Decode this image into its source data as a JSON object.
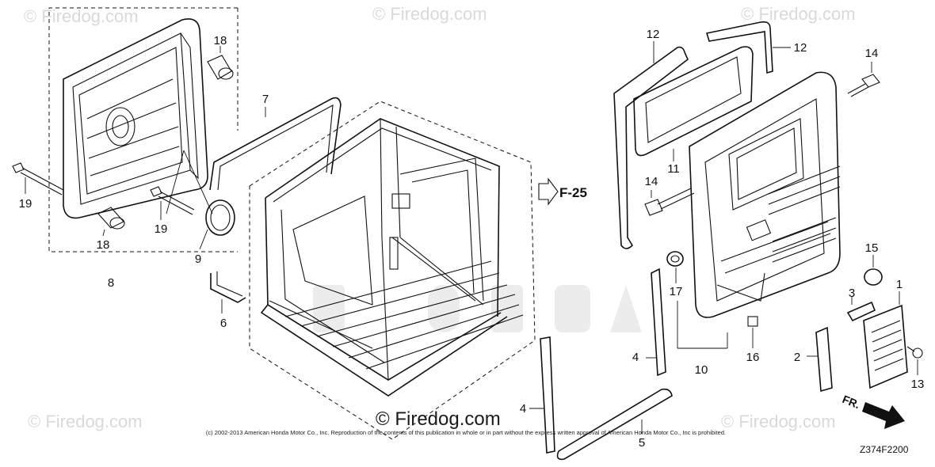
{
  "watermarks": {
    "corner_text": "© Firedog.com",
    "main_text": "© Firedog.com"
  },
  "copyright": "(c) 2002-2013 American Honda Motor Co., Inc. Reproduction of the contents of this publication in whole or in part without the express written approval of American Honda Motor Co., Inc is prohibited.",
  "diagram_code": "Z374F2200",
  "reference_label": "F-25",
  "direction_label": "FR.",
  "callouts": {
    "c1": "1",
    "c2": "2",
    "c3": "3",
    "c4a": "4",
    "c4b": "4",
    "c5": "5",
    "c6": "6",
    "c7": "7",
    "c8": "8",
    "c9": "9",
    "c10": "10",
    "c11": "11",
    "c12a": "12",
    "c12b": "12",
    "c13": "13",
    "c14a": "14",
    "c14b": "14",
    "c15": "15",
    "c16": "16",
    "c17": "17",
    "c18a": "18",
    "c18b": "18",
    "c19a": "19",
    "c19b": "19"
  }
}
